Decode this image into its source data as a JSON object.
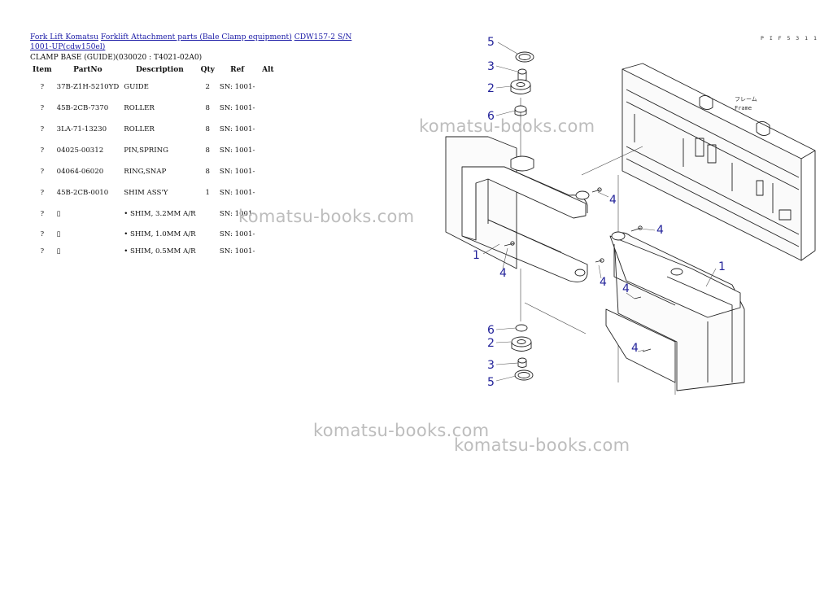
{
  "breadcrumb": {
    "links": [
      "Fork Lift Komatsu",
      "Forklift Attachment parts (Bale Clamp equipment)",
      "CDW157-2 S/N 1001-UP(cdw150el)"
    ]
  },
  "section_title": "CLAMP BASE (GUIDE)(030020 : T4021-02A0)",
  "table": {
    "headers": [
      "Item",
      "PartNo",
      "Description",
      "Qty",
      "Ref",
      "Alt"
    ],
    "rows": [
      {
        "item": "?",
        "partno": "37B-Z1H-5210YD",
        "description": "GUIDE",
        "qty": "2",
        "ref": "SN: 1001-",
        "alt": ""
      },
      {
        "item": "?",
        "partno": "45B-2CB-7370",
        "description": "ROLLER",
        "qty": "8",
        "ref": "SN: 1001-",
        "alt": ""
      },
      {
        "item": "?",
        "partno": "3LA-71-13230",
        "description": "ROLLER",
        "qty": "8",
        "ref": "SN: 1001-",
        "alt": ""
      },
      {
        "item": "?",
        "partno": "04025-00312",
        "description": "PIN,SPRING",
        "qty": "8",
        "ref": "SN: 1001-",
        "alt": ""
      },
      {
        "item": "?",
        "partno": "04064-06020",
        "description": "RING,SNAP",
        "qty": "8",
        "ref": "SN: 1001-",
        "alt": ""
      },
      {
        "item": "?",
        "partno": "45B-2CB-0010",
        "description": "SHIM ASS'Y",
        "qty": "1",
        "ref": "SN: 1001-",
        "alt": ""
      },
      {
        "item": "?",
        "partno": "▯",
        "description": "• SHIM, 3.2MM A/R",
        "qty": "",
        "ref": "SN: 1001-",
        "alt": ""
      },
      {
        "item": "?",
        "partno": "▯",
        "description": "• SHIM, 1.0MM A/R",
        "qty": "",
        "ref": "SN: 1001-",
        "alt": ""
      },
      {
        "item": "?",
        "partno": "▯",
        "description": "• SHIM, 0.5MM A/R",
        "qty": "",
        "ref": "SN: 1001-",
        "alt": ""
      }
    ]
  },
  "watermark": "komatsu-books.com",
  "diagram": {
    "page_code": "P I F 5 3 1 1",
    "frame_label_jp": "フレーム",
    "frame_label_en": "Frame",
    "callouts": [
      "5",
      "3",
      "2",
      "6",
      "4",
      "4",
      "1",
      "4",
      "4",
      "1",
      "4",
      "4",
      "6",
      "2",
      "3",
      "5"
    ]
  }
}
